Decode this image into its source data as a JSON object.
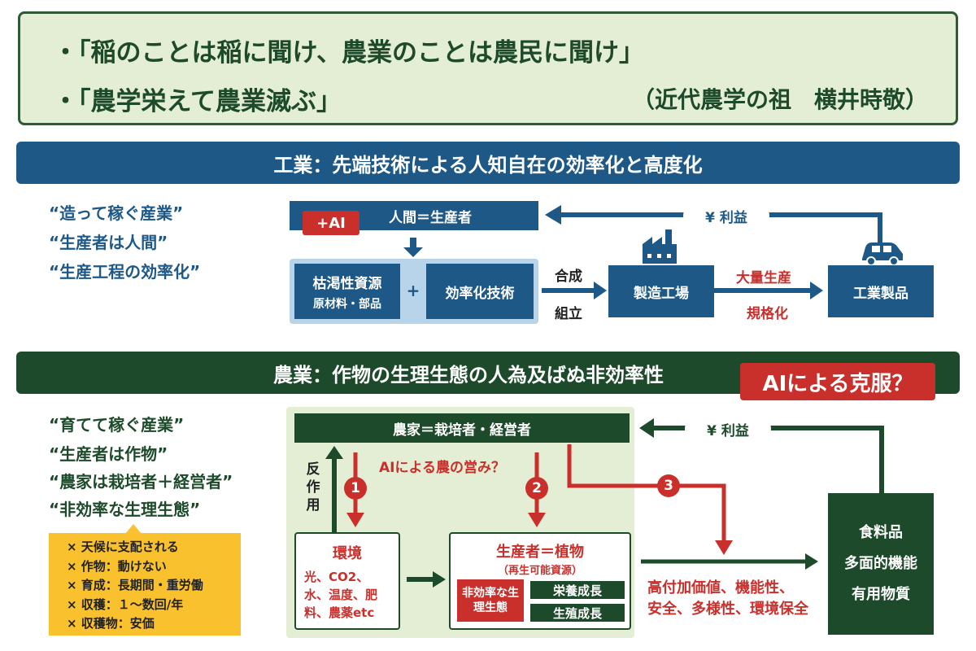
{
  "header": {
    "quote1": "・「稲のことは稲に聞け、農業のことは農民に聞け」",
    "quote2": "・「農学栄えて農業滅ぶ」",
    "attribution": "（近代農学の祖　横井時敬）"
  },
  "industry": {
    "banner": "工業：先端技術による人知自在の効率化と高度化",
    "slogans": [
      "“造って稼ぐ産業”",
      "“生産者は人間”",
      "“生産工程の効率化”"
    ],
    "human_producer": "人間＝生産者",
    "ai_tag": "+AI",
    "profit": "¥ 利益",
    "resource_title": "枯渇性資源",
    "resource_sub": "原材料・部品",
    "plus": "+",
    "efficiency_tech": "効率化技術",
    "synthesis": "合成",
    "assembly": "組立",
    "factory": "製造工場",
    "mass_production": "大量生産",
    "standardization": "規格化",
    "product": "工業製品"
  },
  "agriculture": {
    "banner": "農業：作物の生理生態の人為及ばぬ非効率性",
    "ai_overcome": "AIによる克服？",
    "slogans": [
      "“育てて稼ぐ産業”",
      "“生産者は作物”",
      "“農家は栽培者＋経営者”",
      "“非効率な生理生態”"
    ],
    "weaknesses": [
      "× 天候に支配される",
      "× 作物：動けない",
      "× 育成：長期間・重労働",
      "× 収穫：１〜数回/年",
      "× 収穫物：安価"
    ],
    "farmer": "農家＝栽培者・経営者",
    "profit": "¥ 利益",
    "ai_question": "AIによる農の営み？",
    "reaction": "反作用",
    "num1": "1",
    "num2": "2",
    "num3": "3",
    "env_title": "環境",
    "env_items": "光、CO2、水、温度、肥料、農薬etc",
    "plant_title": "生産者＝植物",
    "plant_sub": "（再生可能資源）",
    "inefficient": "非効率な生理生態",
    "nutritional_growth": "栄養成長",
    "reproductive_growth": "生殖成長",
    "value_line1": "高付加価値、機能性、",
    "value_line2": "安全、多様性、環境保全",
    "food1": "食料品",
    "food2": "多面的機能",
    "food3": "有用物質"
  },
  "colors": {
    "blue": "#1d5886",
    "green": "#1d4a2a",
    "red": "#c9302c",
    "light_green": "#e3eed4",
    "yellow": "#f9c12e"
  }
}
